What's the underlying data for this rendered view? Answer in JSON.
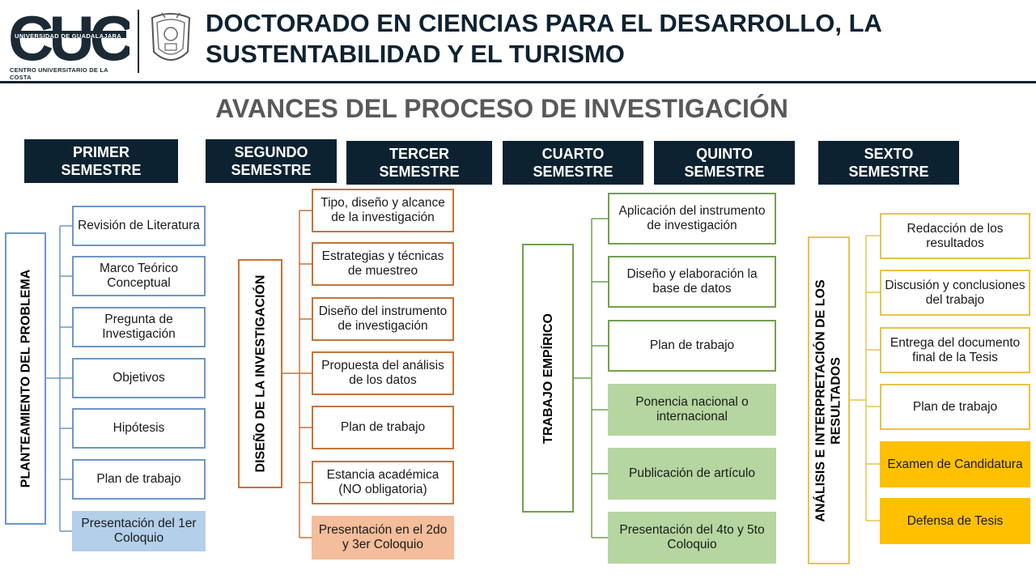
{
  "header": {
    "logo_text": "CUC",
    "logo_university": "UNIVERSIDAD DE GUADALAJARA",
    "logo_center": "CENTRO UNIVERSITARIO DE LA COSTA",
    "title_line1": "DOCTORADO EN CIENCIAS PARA EL DESARROLLO, LA",
    "title_line2": "SUSTENTABILIDAD Y EL TURISMO"
  },
  "subtitle": "AVANCES DEL PROCESO DE INVESTIGACIÓN",
  "semesters": [
    {
      "line1": "PRIMER",
      "line2": "SEMESTRE"
    },
    {
      "line1": "SEGUNDO",
      "line2": "SEMESTRE"
    },
    {
      "line1": "TERCER",
      "line2": "SEMESTRE"
    },
    {
      "line1": "CUARTO",
      "line2": "SEMESTRE"
    },
    {
      "line1": "QUINTO",
      "line2": "SEMESTRE"
    },
    {
      "line1": "SEXTO",
      "line2": "SEMESTRE"
    }
  ],
  "groups": [
    {
      "label": "PLANTEAMIENTO DEL PROBLEMA",
      "color": "#6d97c4",
      "items": [
        "Revisión de Literatura",
        "Marco Teórico Conceptual",
        "Pregunta de Investigación",
        "Objetivos",
        "Hipótesis",
        "Plan de trabajo",
        "Presentación del 1er Coloquio"
      ]
    },
    {
      "label": "DISEÑO DE LA INVESTIGACIÓN",
      "color": "#c5733a",
      "items": [
        "Tipo, diseño y alcance de la investigación",
        "Estrategias y técnicas de muestreo",
        "Diseño del instrumento de investigación",
        "Propuesta del análisis de los datos",
        "Plan de trabajo",
        "Estancia académica (NO obligatoria)",
        "Presentación en el 2do y 3er Coloquio"
      ]
    },
    {
      "label": "TRABAJO EMPÍRICO",
      "color": "#72a050",
      "items": [
        "Aplicación del instrumento de investigación",
        "Diseño y elaboración la base de datos",
        "Plan de trabajo",
        "Ponencia nacional o internacional",
        "Publicación de artículo",
        "Presentación del 4to y 5to Coloquio"
      ]
    },
    {
      "label_line1": "ANÁLISIS E INTERPRETACIÓN DE LOS",
      "label_line2": "RESULTADOS",
      "color": "#e8c34a",
      "items": [
        "Redacción de los resultados",
        "Discusión y conclusiones del trabajo",
        "Entrega del documento final de la Tesis",
        "Plan de trabajo",
        "Examen de Candidatura",
        "Defensa de Tesis"
      ]
    }
  ]
}
